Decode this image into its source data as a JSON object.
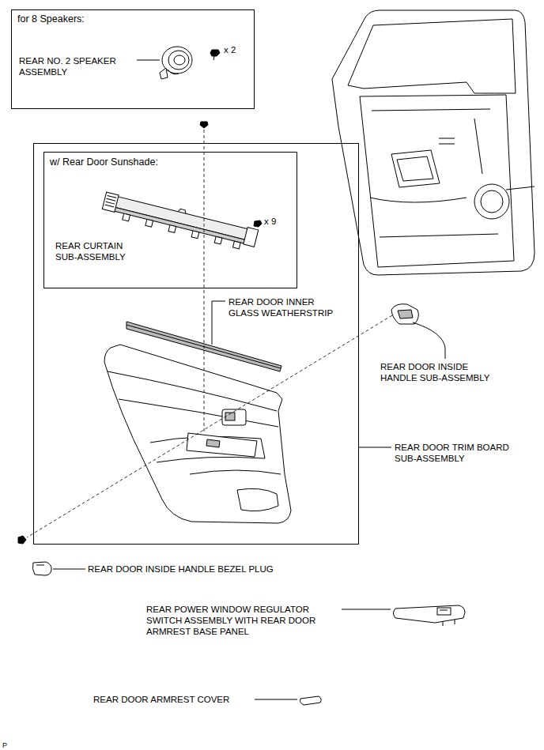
{
  "diagram": {
    "nodes": [
      {
        "text": [
          "for 8 Speakers:",
          "REAR NO. 2 SPEAKER ASSEMBLY",
          "x 2"
        ]
      },
      {
        "text": [
          "REAR DOOR INNER GLASS WEATHERSTRIP",
          "REAR DOOR TRIM BOARD SUB-ASSEMBLY"
        ]
      },
      {
        "text": [
          "w/ Rear Door Sunshade:",
          "REAR CURTAIN SUB-ASSEMBLY",
          "x 9"
        ],
        "in": 1
      }
    ],
    "labels": [
      "REAR DOOR INSIDE HANDLE SUB-ASSEMBLY",
      "REAR DOOR INSIDE HANDLE BEZEL PLUG",
      "REAR POWER WINDOW REGULATOR SWITCH ASSEMBLY WITH REAR DOOR ARMREST BASE PANEL",
      "REAR DOOR ARMREST COVER",
      "P"
    ]
  }
}
